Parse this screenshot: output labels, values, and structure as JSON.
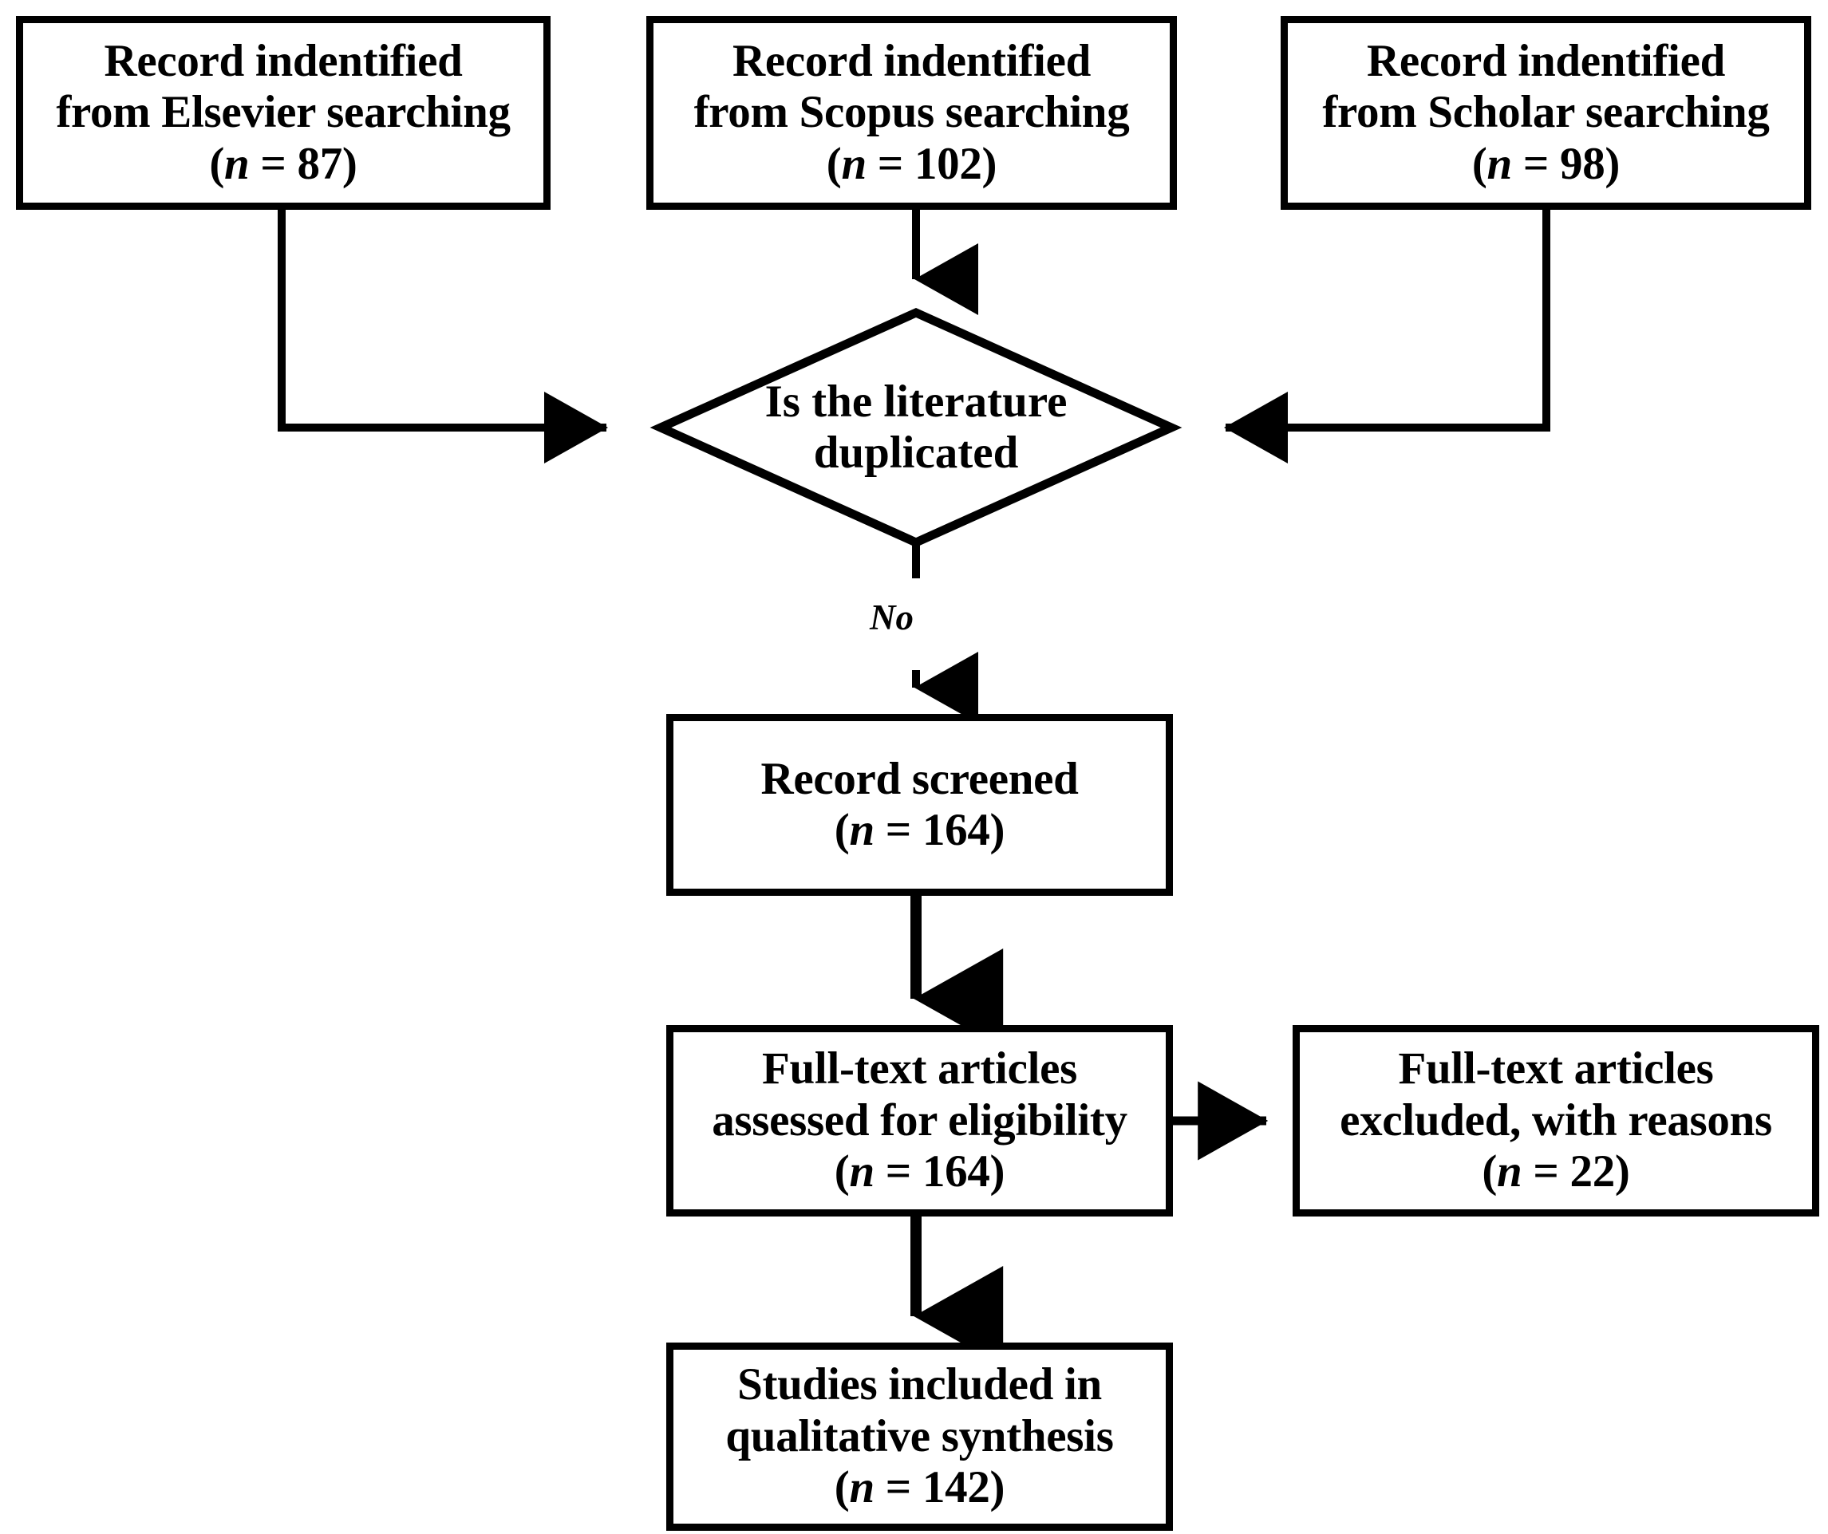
{
  "diagram": {
    "title": "PRISMA study selection flow diagram",
    "stroke_color": "#000000",
    "background_color": "#ffffff"
  },
  "nodes": {
    "elsevier": {
      "line1": "Record indentified",
      "line2": "from Elsevier searching",
      "count_label": "(n = 87)",
      "n": 87
    },
    "scopus": {
      "line1": "Record indentified",
      "line2": "from Scopus searching",
      "count_label": "(n = 102)",
      "n": 102
    },
    "scholar": {
      "line1": "Record indentified",
      "line2": "from Scholar searching",
      "count_label": "(n = 98)",
      "n": 98
    },
    "decision": {
      "line1": "Is the literature",
      "line2": "duplicated"
    },
    "screened": {
      "line1": "Record screened",
      "count_label": "(n = 164)",
      "n": 164
    },
    "fulltext": {
      "line1": "Full-text articles",
      "line2": "assessed for eligibility",
      "count_label": "(n = 164)",
      "n": 164
    },
    "excluded": {
      "line1": "Full-text articles",
      "line2": "excluded, with reasons",
      "count_label": "(n = 22)",
      "n": 22
    },
    "included": {
      "line1": "Studies included in",
      "line2": "qualitative synthesis",
      "count_label": "(n = 142)",
      "n": 142
    }
  },
  "edges": {
    "no_label": "No"
  }
}
